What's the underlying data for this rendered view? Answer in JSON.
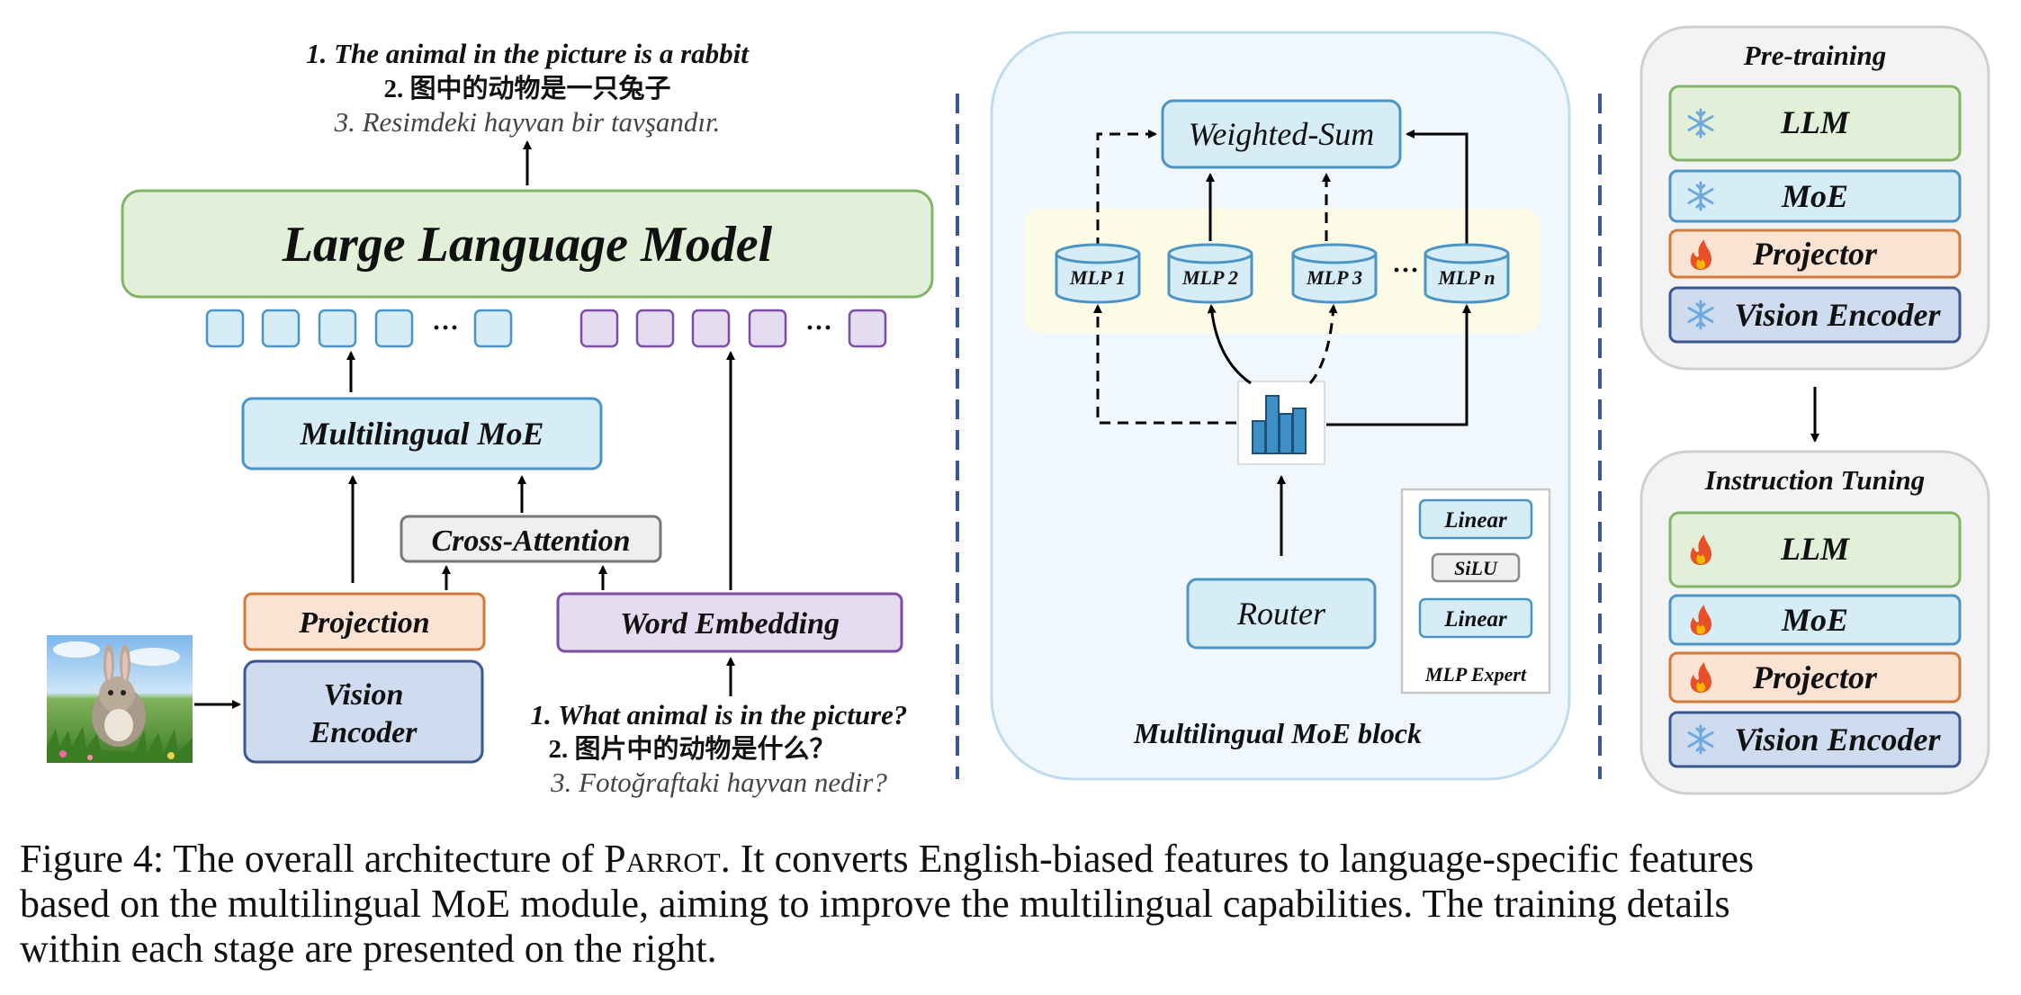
{
  "left": {
    "outputs": [
      "1. The animal in the picture is a rabbit",
      "2. 图中的动物是一只兔子",
      "3. Resimdeki hayvan bir tavşandır."
    ],
    "llm_label": "Large Language Model",
    "dots": "···",
    "moe_label": "Multilingual MoE",
    "cross_attention_label": "Cross-Attention",
    "projection_label": "Projection",
    "word_embedding_label": "Word Embedding",
    "vision_encoder_line1": "Vision",
    "vision_encoder_line2": "Encoder",
    "inputs": [
      "1. What animal is in the picture?",
      "2. 图片中的动物是什么？",
      "3. Fotoğraftaki hayvan nedir?"
    ]
  },
  "middle": {
    "weighted_sum_label": "Weighted-Sum",
    "experts": [
      "MLP 1",
      "MLP 2",
      "MLP 3",
      "MLP n"
    ],
    "dots": "···",
    "router_label": "Router",
    "expert_box": {
      "linear1": "Linear",
      "silu": "SiLU",
      "linear2": "Linear",
      "caption": "MLP Expert"
    },
    "block_label": "Multilingual MoE block"
  },
  "right": {
    "pretraining_title": "Pre-training",
    "pretraining_items": [
      "LLM",
      "MoE",
      "Projector",
      "Vision Encoder"
    ],
    "instruction_title": "Instruction Tuning",
    "instruction_items": [
      "LLM",
      "MoE",
      "Projector",
      "Vision Encoder"
    ]
  },
  "caption": {
    "line1_pre": "Figure 4: The overall architecture of ",
    "line1_name": "Parrot",
    "line1_post": ". It converts English-biased features to language-specific features",
    "line2": "based on the multilingual MoE module, aiming to improve the multilingual capabilities. The training details",
    "line3": "within each stage are presented on the right."
  },
  "colors": {
    "green_fill": "#e2f0d9",
    "green_stroke": "#82b366",
    "blue_fill": "#d6ecf7",
    "blue_stroke": "#4b94c6",
    "orange_fill": "#fbe3d3",
    "orange_stroke": "#d07a3c",
    "purple_fill": "#e6dcf1",
    "purple_stroke": "#7b4ea6",
    "navy_fill": "#cfdcf0",
    "navy_stroke": "#3a5693",
    "divider": "#3a5693"
  }
}
